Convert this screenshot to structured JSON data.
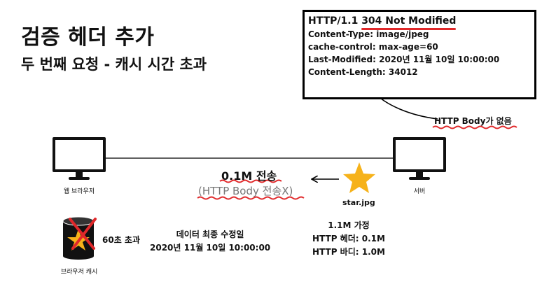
{
  "title": "검증 헤더 추가",
  "subtitle": "두 번째 요청 - 캐시 시간 초과",
  "response": {
    "status_prefix": "HTTP/1.1 ",
    "status_highlight": "304 Not Modified",
    "headers": [
      "Content-Type: image/jpeg",
      "cache-control: max-age=60",
      "Last-Modified: 2020년 11월 10일 10:00:00",
      "Content-Length: 34012"
    ]
  },
  "no_body_note": "HTTP Body가 없음",
  "client_label": "웹 브라우저",
  "server_label": "서버",
  "cache_label": "브라우저 캐시",
  "transfer": {
    "size": "0.1M 전송",
    "note": "(HTTP Body 전송X)"
  },
  "resource": {
    "name": "star.jpg",
    "info": [
      "1.1M 가정",
      "HTTP 헤더: 0.1M",
      "HTTP 바디: 1.0M"
    ]
  },
  "cache": {
    "expired": "60초 초과",
    "modified": [
      "데이터 최종 수정일",
      "2020년 11월 10일 10:00:00"
    ]
  },
  "colors": {
    "highlight": "#e0282a",
    "star": "#f6b21a",
    "cross": "#e0282a"
  }
}
